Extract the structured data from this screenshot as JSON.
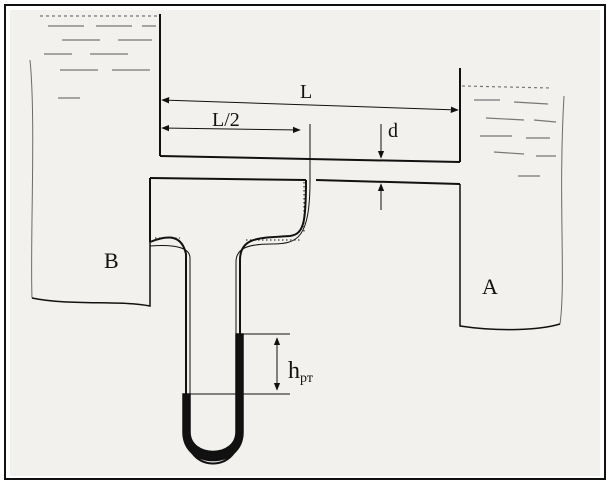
{
  "labels": {
    "length_total": "L",
    "length_half": "L/2",
    "diameter": "d",
    "tank_left": "B",
    "tank_right": "A",
    "manometer_height_main": "h",
    "manometer_height_sub": "рт"
  },
  "colors": {
    "line": "#111111",
    "mercury": "#111111",
    "water_dash": "#777777",
    "sheet": "#f2f1ee"
  }
}
